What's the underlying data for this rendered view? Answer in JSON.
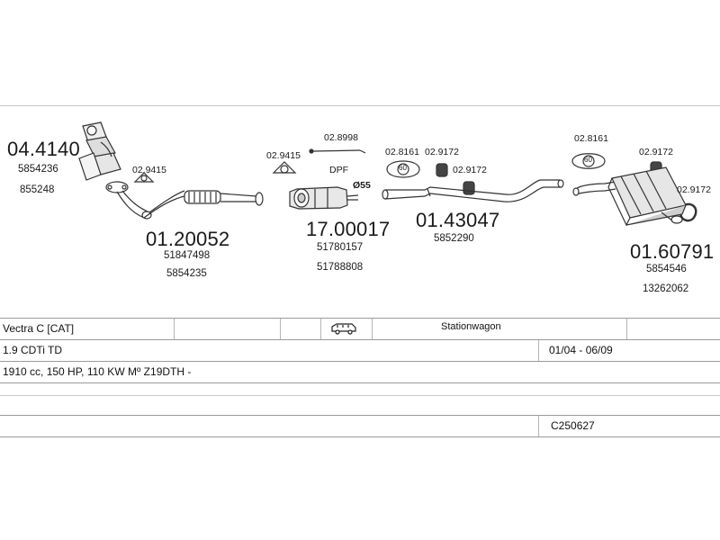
{
  "parts": {
    "cat_converter": {
      "code": "04.4140",
      "refs": [
        "5854236",
        "855248"
      ]
    },
    "gasket_front": {
      "code": "02.9415"
    },
    "front_pipe": {
      "code": "01.20052",
      "refs": [
        "51847498",
        "5854235"
      ]
    },
    "gasket_dpf": {
      "code": "02.9415"
    },
    "sensor_pipe": {
      "code": "02.8998"
    },
    "dpf": {
      "code": "17.00017",
      "label": "DPF",
      "tag": "Ø55",
      "refs": [
        "51780157",
        "51788808"
      ]
    },
    "ring_mid": {
      "code": "02.8161",
      "ring_label": "60"
    },
    "hanger_mid1": {
      "code": "02.9172"
    },
    "hanger_mid2": {
      "code": "02.9172"
    },
    "middle_pipe": {
      "code": "01.43047",
      "refs": [
        "5852290"
      ]
    },
    "ring_rear": {
      "code": "02.8161",
      "ring_label": "60"
    },
    "hanger_rear1": {
      "code": "02.9172"
    },
    "hanger_rear2": {
      "code": "02.9172"
    },
    "rear_silencer": {
      "code": "01.60791",
      "refs": [
        "5854546",
        "13262062"
      ]
    }
  },
  "table": {
    "model": "Vectra C  [CAT]",
    "body_type": "Stationwagon",
    "engine": "1.9 CDTi TD",
    "years": "01/04 - 06/09",
    "specs": "1910 cc, 150 HP, 110 KW Mº Z19DTH -",
    "catalog_code": "C250627",
    "icons": {
      "vehicle": "station-wagon-icon"
    }
  },
  "colors": {
    "line": "#333333",
    "grid": "#9a9a9a",
    "text": "#1a1a1a"
  }
}
